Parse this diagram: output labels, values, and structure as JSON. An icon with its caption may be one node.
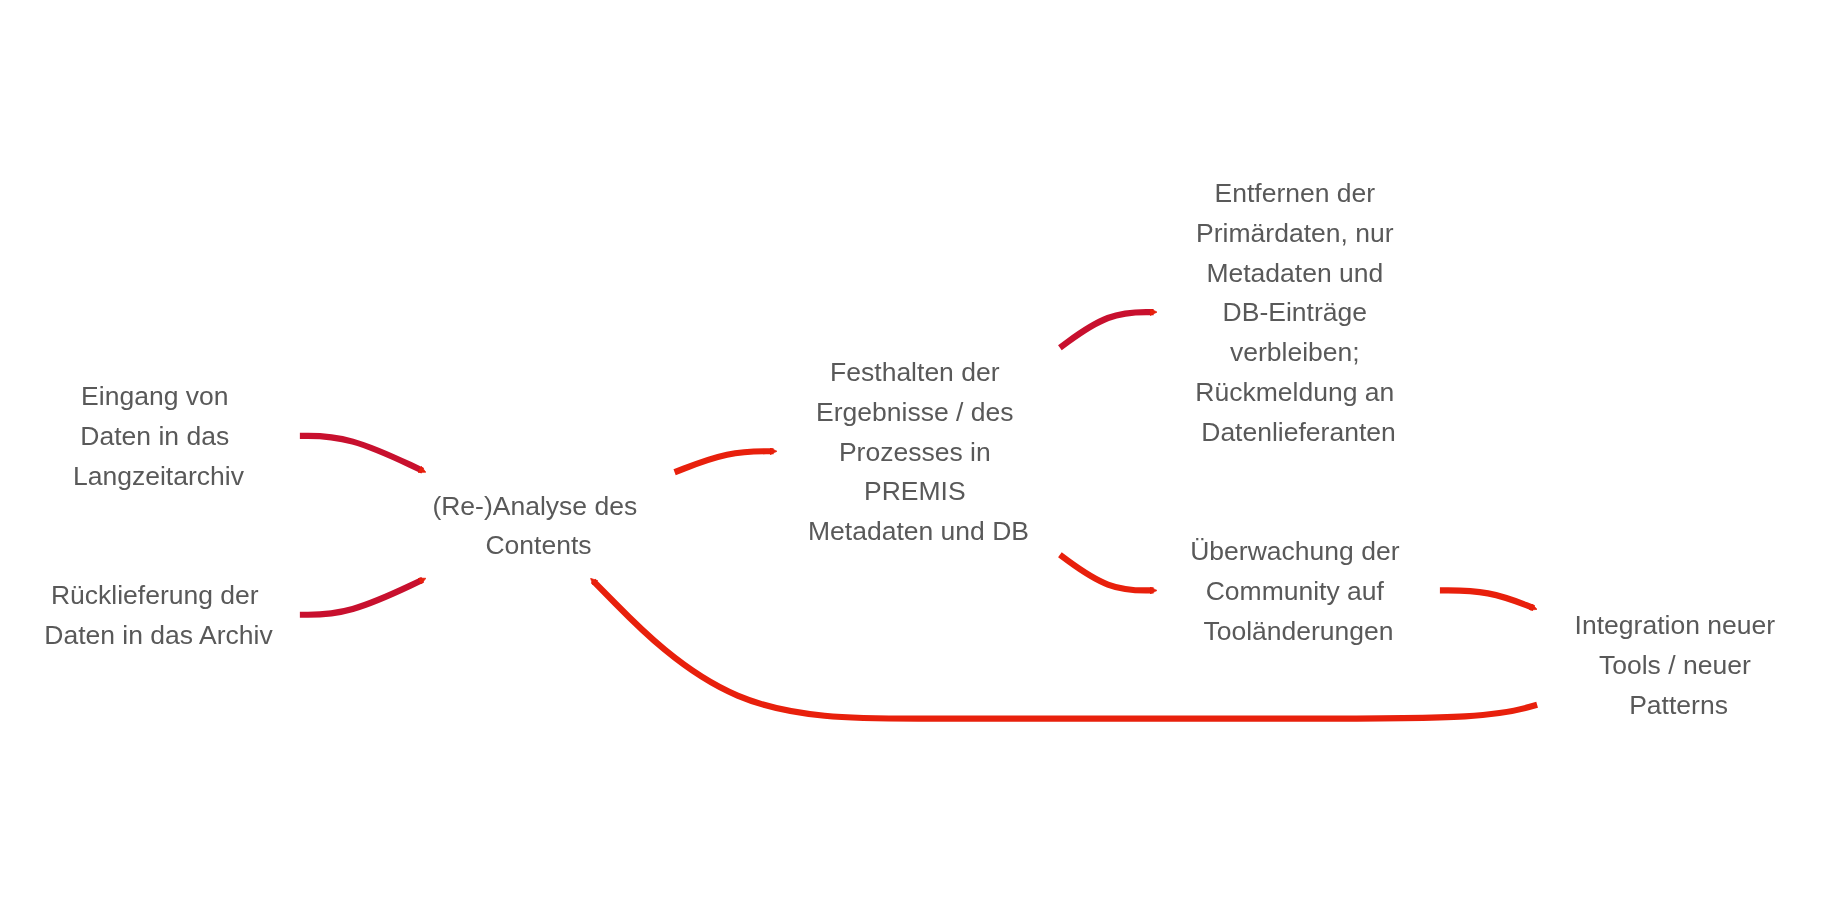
{
  "diagram": {
    "nodes": [
      {
        "text": [
          "Eingang von Daten in das Langzeitarchiv"
        ]
      },
      {
        "text": [
          "(Re-)Analyse des Contents"
        ]
      },
      {
        "text": [
          "Festhalten der Ergebnisse / des Prozesses in PREMIS Metadaten und DB"
        ]
      },
      {
        "text": [
          "Entfernen der Primärdaten, nur Metadaten und DB-Einträge verbleiben; Rückmeldung an Datenlieferanten"
        ]
      },
      {
        "text": [
          "Rücklieferung der Daten in das Archiv"
        ]
      },
      {
        "text": [
          "Integration neuer Tools / neuer Patterns"
        ]
      },
      {
        "text": [
          "Überwachung der Community auf Tooländerungen"
        ]
      }
    ],
    "edges": [
      {
        "from": 0,
        "to": 1,
        "arrow": "to",
        "color": "#c8102e"
      },
      {
        "from": 4,
        "to": 1,
        "arrow": "to",
        "color": "#c8102e"
      },
      {
        "from": 1,
        "to": 2,
        "arrow": "to"
      },
      {
        "from": 2,
        "to": 3,
        "arrow": "to",
        "color": "#c8102e"
      },
      {
        "from": 2,
        "to": 6,
        "arrow": "to"
      },
      {
        "from": 6,
        "to": 5,
        "arrow": "to"
      },
      {
        "from": 5,
        "to": 1,
        "arrow": "to"
      }
    ]
  }
}
